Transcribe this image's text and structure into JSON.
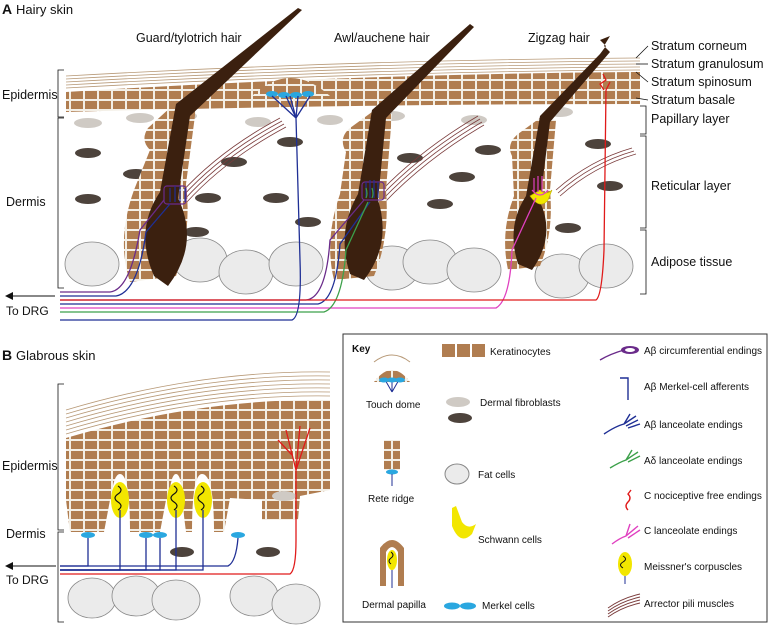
{
  "panel_a": {
    "letter": "A",
    "title": "Hairy skin",
    "hair_types": [
      "Guard/tylotrich hair",
      "Awl/auchene hair",
      "Zigzag hair"
    ],
    "left_labels": [
      "Epidermis",
      "Dermis"
    ],
    "layers": [
      "Stratum corneum",
      "Stratum granulosum",
      "Stratum spinosum",
      "Stratum basale",
      "Papillary layer",
      "Reticular layer",
      "Adipose tissue"
    ],
    "to_drg": "To DRG"
  },
  "panel_b": {
    "letter": "B",
    "title": "Glabrous skin",
    "left_labels": [
      "Epidermis",
      "Dermis"
    ],
    "to_drg": "To DRG"
  },
  "key": {
    "title": "Key",
    "structures": [
      "Touch dome",
      "Rete ridge",
      "Dermal papilla"
    ],
    "cells": [
      "Keratinocytes",
      "Dermal fibroblasts",
      "Fat cells",
      "Schwann cells",
      "Merkel cells"
    ],
    "fiber_endings": [
      "Aβ circumferential endings",
      "Aβ Merkel-cell afferents",
      "Aβ lanceolate endings",
      "Aδ lanceolate endings",
      "C nociceptive free endings",
      "C lanceolate endings",
      "Meissner's corpuscles",
      "Arrector pili muscles"
    ]
  },
  "colors": {
    "keratinocyte": "#b07d50",
    "hair": "#3b200f",
    "abeta": "#1f2f95",
    "circumferential": "#6a2b8a",
    "adelta": "#3ca04a",
    "c_free": "#e01a1a",
    "c_lanceolate": "#e040c0",
    "schwann": "#f2e600",
    "merkel": "#2aa7e0"
  }
}
